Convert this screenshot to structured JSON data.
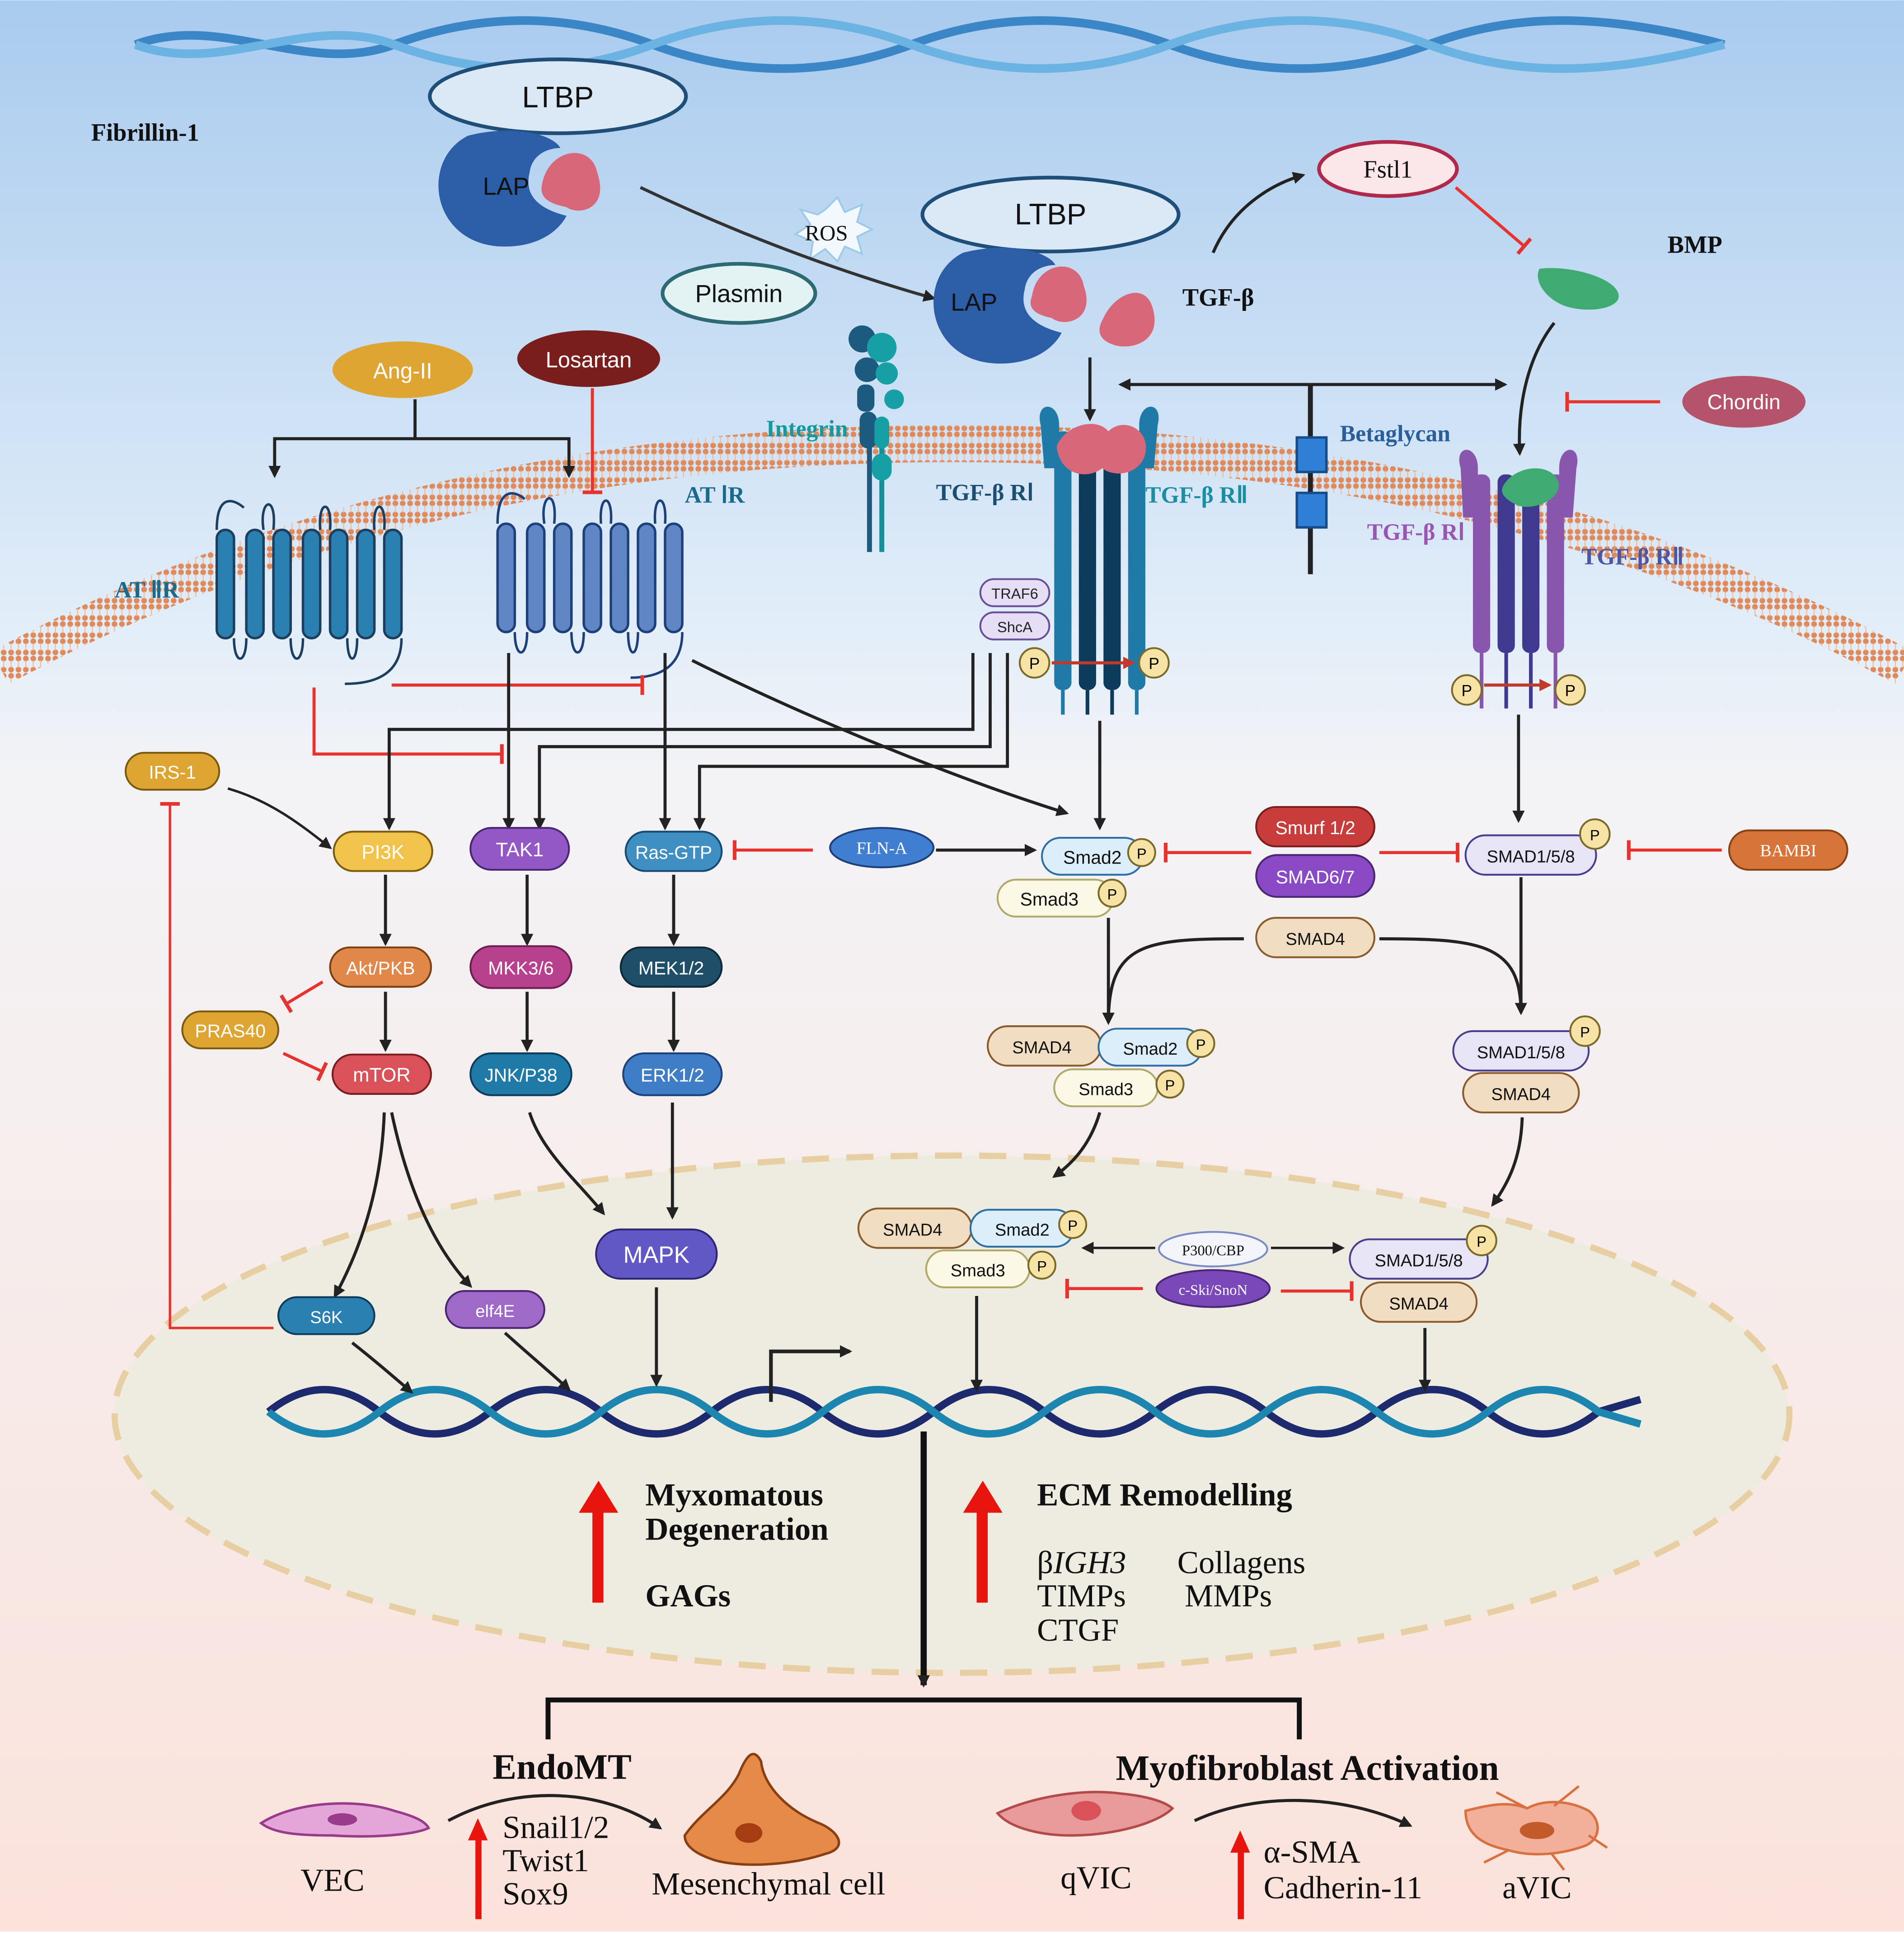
{
  "labels": {
    "fibrillin": "Fibrillin-1",
    "ltbp1": "LTBP",
    "lap1": "LAP",
    "ltbp2": "LTBP",
    "lap2": "LAP",
    "ros": "ROS",
    "plasmin": "Plasmin",
    "fstl1": "Fstl1",
    "bmp": "BMP",
    "tgfb": "TGF-β",
    "chordin": "Chordin",
    "betaglycan": "Betaglycan",
    "angii": "Ang-II",
    "losartan": "Losartan",
    "integrin": "Integrin",
    "at1r_left": "AT ⅡR",
    "at1r_right": "AT ⅠR",
    "tgfbr1_a": "TGF-β RⅠ",
    "tgfbr2_a": "TGF-β RⅡ",
    "tgfbr1_b": "TGF-β RⅠ",
    "tgfbr2_b": "TGF-β RⅡ",
    "traf6": "TRAF6",
    "shca": "ShcA",
    "p": "P"
  },
  "nodes": {
    "irs1": "IRS-1",
    "pi3k": "PI3K",
    "tak1": "TAK1",
    "rasgtp": "Ras-GTP",
    "flna": "FLN-A",
    "smad2": "Smad2",
    "smad3": "Smad3",
    "smurf": "Smurf 1/2",
    "smad67": "SMAD6/7",
    "smad158": "SMAD1/5/8",
    "bambi": "BAMBI",
    "akt": "Akt/PKB",
    "mkk": "MKK3/6",
    "mek": "MEK1/2",
    "smad4": "SMAD4",
    "pras40": "PRAS40",
    "mtor": "mTOR",
    "jnk": "JNK/P38",
    "erk": "ERK1/2",
    "mapk": "MAPK",
    "s6k": "S6K",
    "elf4e": "elf4E",
    "p300": "P300/CBP",
    "cski": "c-Ski/SnoN"
  },
  "outcomes": {
    "myx1": "Myxomatous",
    "myx2": "Degeneration",
    "gags": "GAGs",
    "ecm": "ECM Remodelling",
    "bigh3_prefix": "β",
    "bigh3_gene": "IGH3",
    "collagens": "Collagens",
    "timps": "TIMPs",
    "mmps": "MMPs",
    "ctgf": "CTGF"
  },
  "cells": {
    "endomt": "EndoMT",
    "myofib": "Myofibroblast Activation",
    "vec": "VEC",
    "mesenchymal": "Mesenchymal cell",
    "snail": "Snail1/2",
    "twist": "Twist1",
    "sox9": "Sox9",
    "qvic": "qVIC",
    "avic": "aVIC",
    "asma": "α-SMA",
    "cadherin": "Cadherin-11"
  },
  "colors": {
    "activation": "#222222",
    "inhibition": "#e8322e",
    "upregulation": "#e8150f"
  }
}
